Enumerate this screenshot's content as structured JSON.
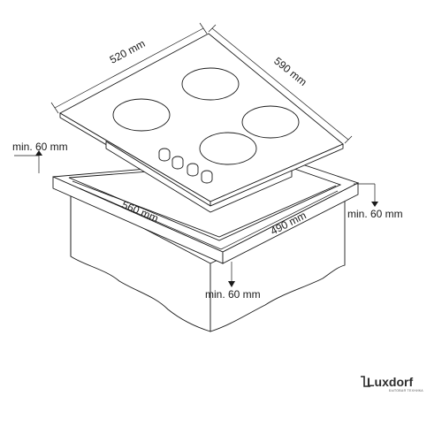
{
  "labels": {
    "hob_depth": "520 mm",
    "hob_width": "590 mm",
    "cutout_width": "560 mm",
    "cutout_depth": "490 mm",
    "clearance_left": "min. 60 mm",
    "clearance_right": "min. 60 mm",
    "clearance_bottom": "min. 60 mm"
  },
  "brand": {
    "name": "Luxdorf",
    "tagline": "БЫТОВАЯ ТЕХНИКА"
  },
  "colors": {
    "line": "#1a1a1a",
    "cabinet_fill": "#ffffff",
    "background": "#ffffff"
  }
}
